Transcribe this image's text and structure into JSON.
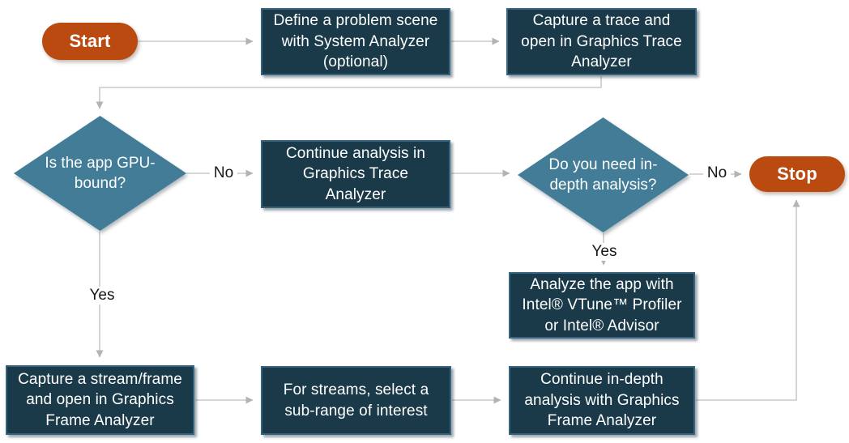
{
  "diagram": {
    "type": "flowchart",
    "colors": {
      "background": "#ffffff",
      "process_fill": "#1B3A49",
      "process_border": "#35647F",
      "decision_fill": "#427C97",
      "terminator_fill": "#BB4A10",
      "connector": "#C9C9C9",
      "connector_head": "#B3B3B3",
      "text_on_dark": "#ffffff",
      "label_text": "#161616"
    },
    "nodes": {
      "start": {
        "type": "terminator",
        "label": "Start"
      },
      "define_scene": {
        "type": "process",
        "label": "Define a problem scene with System Analyzer (optional)",
        "lines": [
          "Define a problem scene",
          "with System Analyzer",
          "(optional)"
        ]
      },
      "capture_trace": {
        "type": "process",
        "label": "Capture a trace and open in Graphics Trace Analyzer",
        "lines": [
          "Capture a trace and",
          "open in Graphics Trace",
          "Analyzer"
        ]
      },
      "gpu_bound": {
        "type": "decision",
        "label": "Is the app GPU-bound?",
        "lines": [
          "Is the app GPU-",
          "bound?"
        ]
      },
      "continue_gta": {
        "type": "process",
        "label": "Continue analysis in Graphics Trace Analyzer",
        "lines": [
          "Continue analysis in",
          "Graphics Trace",
          "Analyzer"
        ]
      },
      "need_depth": {
        "type": "decision",
        "label": "Do you need in-depth analysis?",
        "lines": [
          "Do you need in-",
          "depth analysis?"
        ]
      },
      "stop": {
        "type": "terminator",
        "label": "Stop"
      },
      "analyze_vtune": {
        "type": "process",
        "label": "Analyze the app with Intel® VTune™ Profiler or Intel® Advisor",
        "lines": [
          "Analyze the app with",
          "Intel® VTune™ Profiler",
          "or Intel® Advisor"
        ]
      },
      "capture_stream": {
        "type": "process",
        "label": "Capture a stream/frame and open in Graphics Frame Analyzer",
        "lines": [
          "Capture a stream/frame",
          "and open in Graphics",
          "Frame Analyzer"
        ]
      },
      "select_subrange": {
        "type": "process",
        "label": "For streams, select a sub-range of interest",
        "lines": [
          "For streams, select a",
          "sub-range of interest"
        ]
      },
      "continue_gfa": {
        "type": "process",
        "label": "Continue in-depth analysis with Graphics Frame Analyzer",
        "lines": [
          "Continue in-depth",
          "analysis with Graphics",
          "Frame Analyzer"
        ]
      }
    },
    "edges": [
      {
        "from": "start",
        "to": "define_scene",
        "label": ""
      },
      {
        "from": "define_scene",
        "to": "capture_trace",
        "label": ""
      },
      {
        "from": "capture_trace",
        "to": "gpu_bound",
        "label": ""
      },
      {
        "from": "gpu_bound",
        "to": "continue_gta",
        "label": "No"
      },
      {
        "from": "continue_gta",
        "to": "need_depth",
        "label": ""
      },
      {
        "from": "need_depth",
        "to": "stop",
        "label": "No"
      },
      {
        "from": "need_depth",
        "to": "analyze_vtune",
        "label": "Yes"
      },
      {
        "from": "gpu_bound",
        "to": "capture_stream",
        "label": "Yes"
      },
      {
        "from": "capture_stream",
        "to": "select_subrange",
        "label": ""
      },
      {
        "from": "select_subrange",
        "to": "continue_gfa",
        "label": ""
      },
      {
        "from": "continue_gfa",
        "to": "stop",
        "label": ""
      }
    ]
  }
}
